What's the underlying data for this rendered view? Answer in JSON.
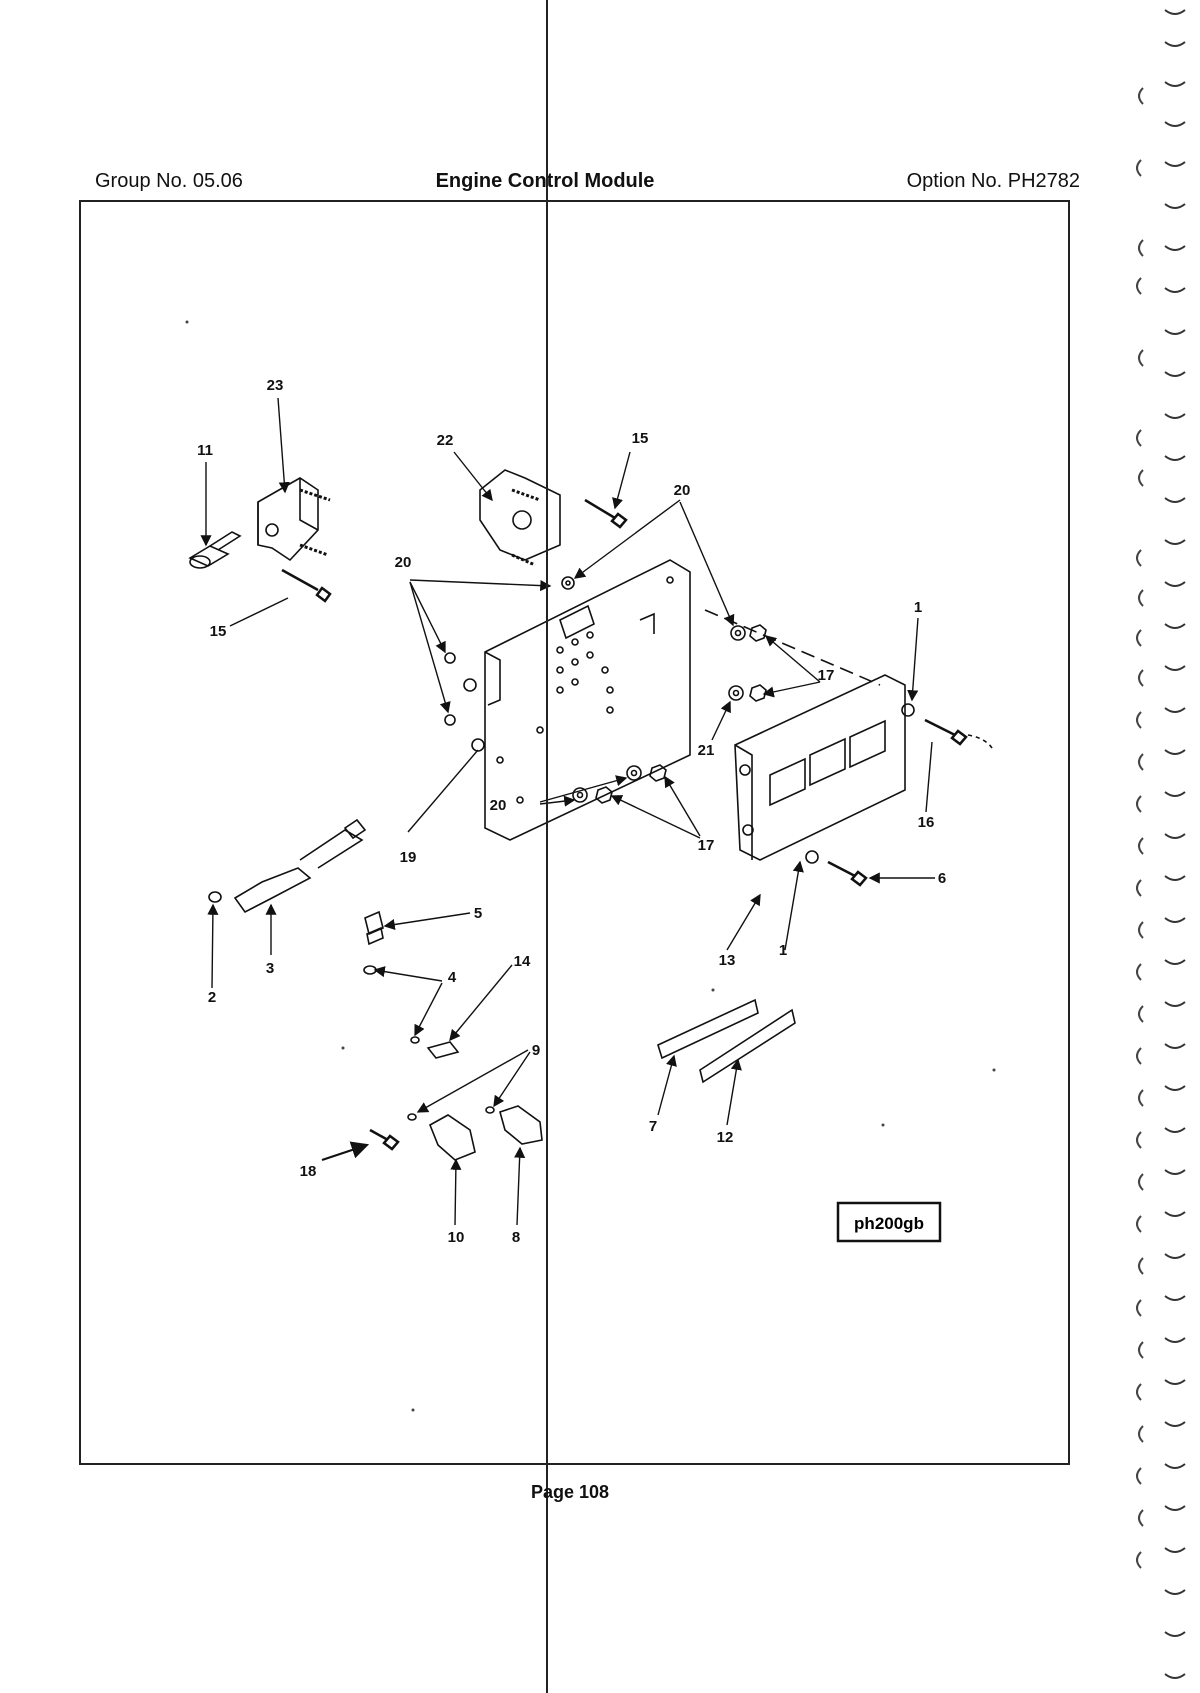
{
  "header": {
    "group": "Group No. 05.06",
    "title": "Engine Control Module",
    "option": "Option No. PH2782"
  },
  "diagram": {
    "reference_code": "ph200gb",
    "callouts": [
      {
        "id": "c23",
        "label": "23"
      },
      {
        "id": "c11",
        "label": "11"
      },
      {
        "id": "c15a",
        "label": "15"
      },
      {
        "id": "c22",
        "label": "22"
      },
      {
        "id": "c15b",
        "label": "15"
      },
      {
        "id": "c20a",
        "label": "20"
      },
      {
        "id": "c20b",
        "label": "20"
      },
      {
        "id": "c1a",
        "label": "1"
      },
      {
        "id": "c17a",
        "label": "17"
      },
      {
        "id": "c21",
        "label": "21"
      },
      {
        "id": "c16",
        "label": "16"
      },
      {
        "id": "c20c",
        "label": "20"
      },
      {
        "id": "c17b",
        "label": "17"
      },
      {
        "id": "c19",
        "label": "19"
      },
      {
        "id": "c6",
        "label": "6"
      },
      {
        "id": "c5",
        "label": "5"
      },
      {
        "id": "c3",
        "label": "3"
      },
      {
        "id": "c2",
        "label": "2"
      },
      {
        "id": "c4",
        "label": "4"
      },
      {
        "id": "c14",
        "label": "14"
      },
      {
        "id": "c13",
        "label": "13"
      },
      {
        "id": "c1b",
        "label": "1"
      },
      {
        "id": "c9",
        "label": "9"
      },
      {
        "id": "c7",
        "label": "7"
      },
      {
        "id": "c12",
        "label": "12"
      },
      {
        "id": "c18",
        "label": "18"
      },
      {
        "id": "c10",
        "label": "10"
      },
      {
        "id": "c8",
        "label": "8"
      }
    ]
  },
  "footer": {
    "page": "Page 108"
  }
}
